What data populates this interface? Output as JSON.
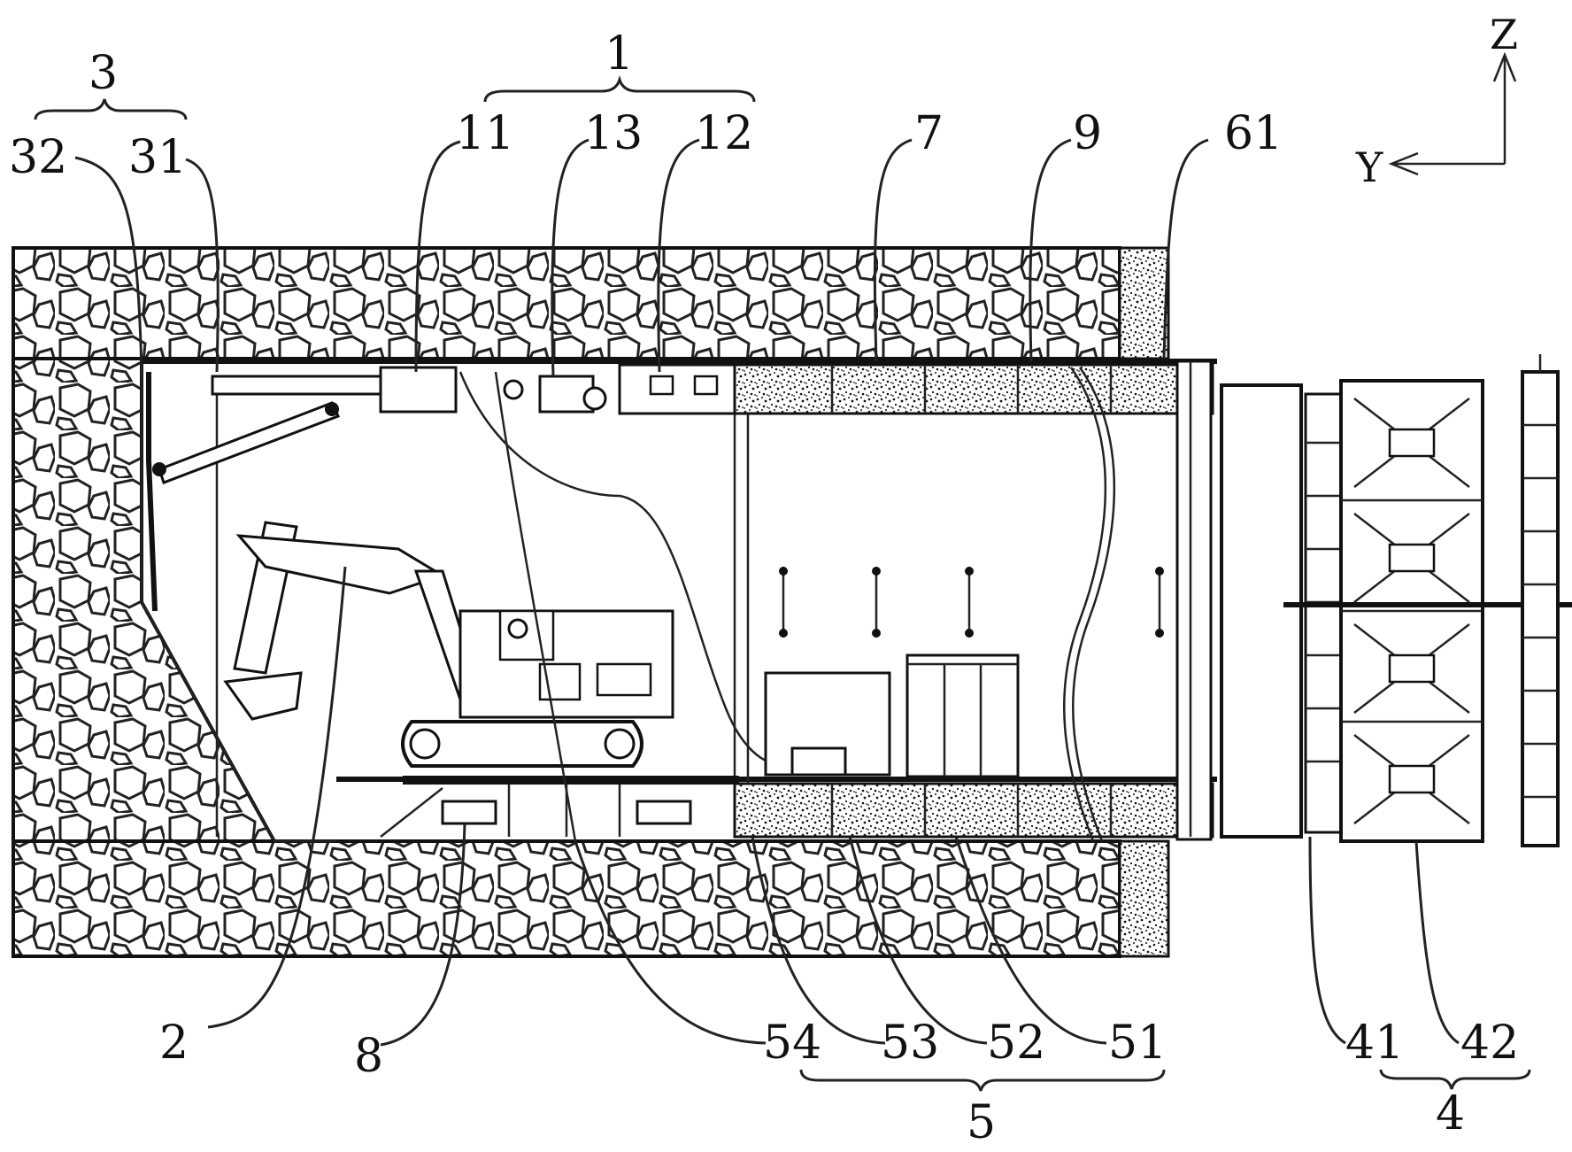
{
  "axes": {
    "z": "Z",
    "y": "Y"
  },
  "labels": {
    "l1": "1",
    "l2": "2",
    "l3": "3",
    "l4": "4",
    "l5": "5",
    "l7": "7",
    "l8": "8",
    "l9": "9",
    "l11": "11",
    "l12": "12",
    "l13": "13",
    "l31": "31",
    "l32": "32",
    "l41": "41",
    "l42": "42",
    "l51": "51",
    "l52": "52",
    "l53": "53",
    "l54": "54",
    "l61": "61"
  },
  "colors": {
    "line": "#111111",
    "fill": "#ffffff"
  }
}
